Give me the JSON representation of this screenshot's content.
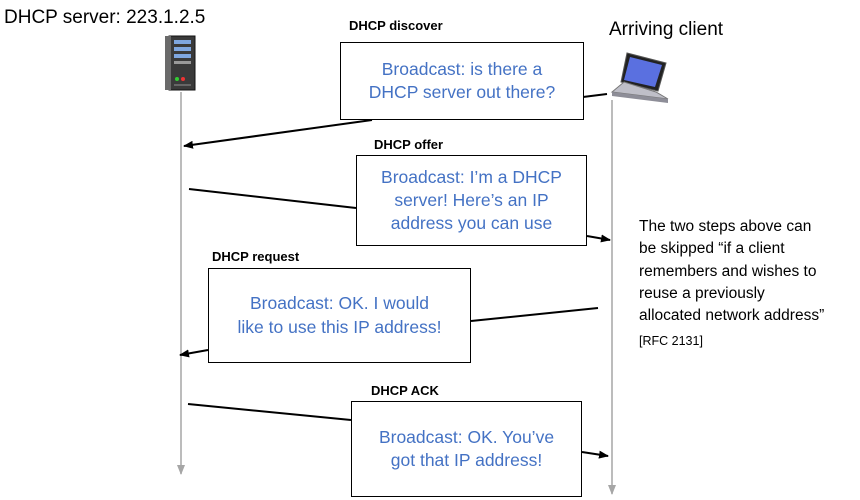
{
  "server": {
    "title": "DHCP server: 223.1.2.5",
    "icon": "server-tower-icon"
  },
  "client": {
    "title": "Arriving client",
    "icon": "laptop-icon"
  },
  "messages": [
    {
      "label": "DHCP discover",
      "text": "Broadcast: is there a\nDHCP server out there?"
    },
    {
      "label": "DHCP offer",
      "text": "Broadcast: I’m a DHCP\nserver! Here’s an IP\naddress you can use"
    },
    {
      "label": "DHCP request",
      "text": "Broadcast: OK.  I would\nlike to use this IP address!"
    },
    {
      "label": "DHCP ACK",
      "text": "Broadcast: OK.  You’ve\ngot that IP address!"
    }
  ],
  "note": {
    "text": "The two steps above can\nbe skipped “if a client\nremembers and wishes to\nreuse a previously\nallocated network address”",
    "reference": "[RFC 2131]"
  },
  "colors": {
    "message_text": "#4472C4",
    "timeline": "#A6A6A6",
    "arrow": "#000000"
  }
}
